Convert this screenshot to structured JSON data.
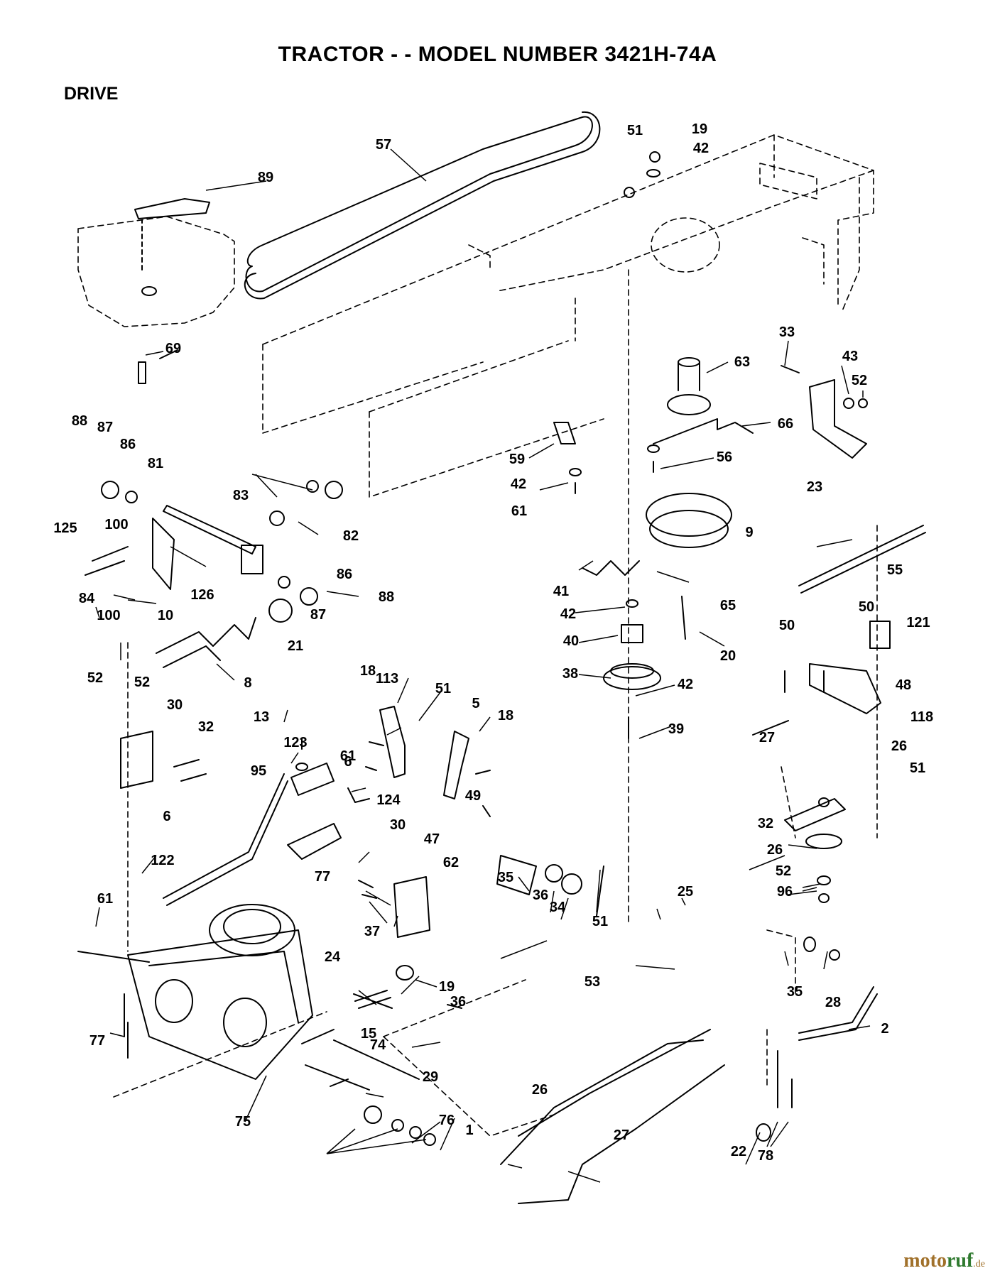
{
  "title": "TRACTOR - - MODEL NUMBER 3421H-74A",
  "section": "DRIVE",
  "watermark": {
    "part1": "moto",
    "part2": "ruf",
    "part3": ".de"
  },
  "colors": {
    "ink": "#000000",
    "brand_brown": "#a1712b",
    "brand_green": "#2f7a2f"
  },
  "callouts": [
    "57",
    "51",
    "19",
    "42",
    "89",
    "69",
    "63",
    "33",
    "43",
    "52",
    "66",
    "88",
    "87",
    "86",
    "81",
    "23",
    "59",
    "56",
    "42",
    "61",
    "83",
    "82",
    "9",
    "125",
    "100",
    "126",
    "86",
    "88",
    "84",
    "100",
    "87",
    "55",
    "41",
    "65",
    "10",
    "42",
    "50",
    "50",
    "21",
    "40",
    "20",
    "121",
    "8",
    "38",
    "42",
    "48",
    "52",
    "18",
    "113",
    "51",
    "5",
    "18",
    "118",
    "52",
    "30",
    "39",
    "27",
    "32",
    "13",
    "123",
    "6",
    "26",
    "51",
    "95",
    "124",
    "61",
    "6",
    "49",
    "32",
    "30",
    "47",
    "26",
    "52",
    "62",
    "35",
    "36",
    "34",
    "51",
    "96",
    "122",
    "77",
    "61",
    "37",
    "25",
    "24",
    "19",
    "36",
    "35",
    "28",
    "53",
    "2",
    "15",
    "77",
    "74",
    "29",
    "26",
    "22",
    "27",
    "78",
    "76",
    "1",
    "75"
  ]
}
